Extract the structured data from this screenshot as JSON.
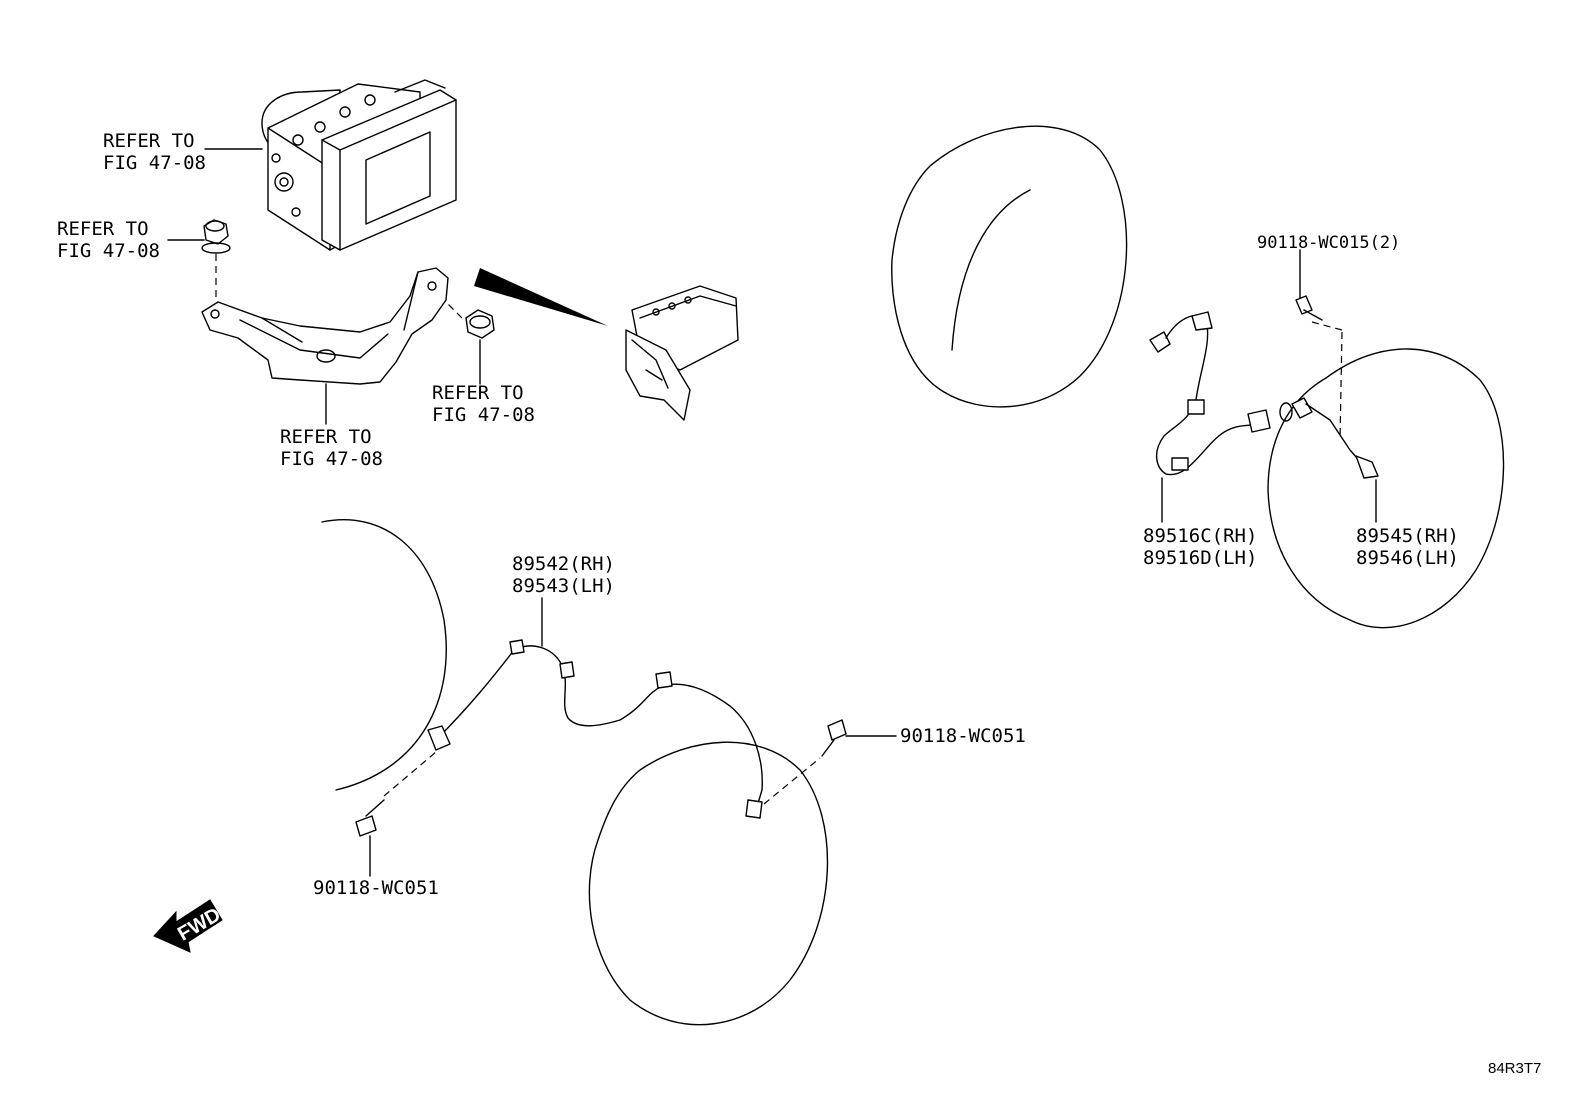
{
  "labels": {
    "abs_actuator_line1": "REFER TO",
    "abs_actuator_line2": "FIG 47-08",
    "nut_left_line1": "REFER TO",
    "nut_left_line2": "FIG 47-08",
    "nut_right_line1": "REFER TO",
    "nut_right_line2": "FIG 47-08",
    "bracket_line1": "REFER TO",
    "bracket_line2": "FIG 47-08",
    "front_sensor_rh": "89542(RH)",
    "front_sensor_lh": "89543(LH)",
    "front_bolt_right": "90118-WC051",
    "front_bolt_left": "90118-WC051",
    "rear_bolt": "90118-WC015(2)",
    "rear_harness_rh": "89516C(RH)",
    "rear_harness_lh": "89516D(LH)",
    "rear_sensor_rh": "89545(RH)",
    "rear_sensor_lh": "89546(LH)",
    "direction": "FWD",
    "figure_code": "84R3T7"
  }
}
